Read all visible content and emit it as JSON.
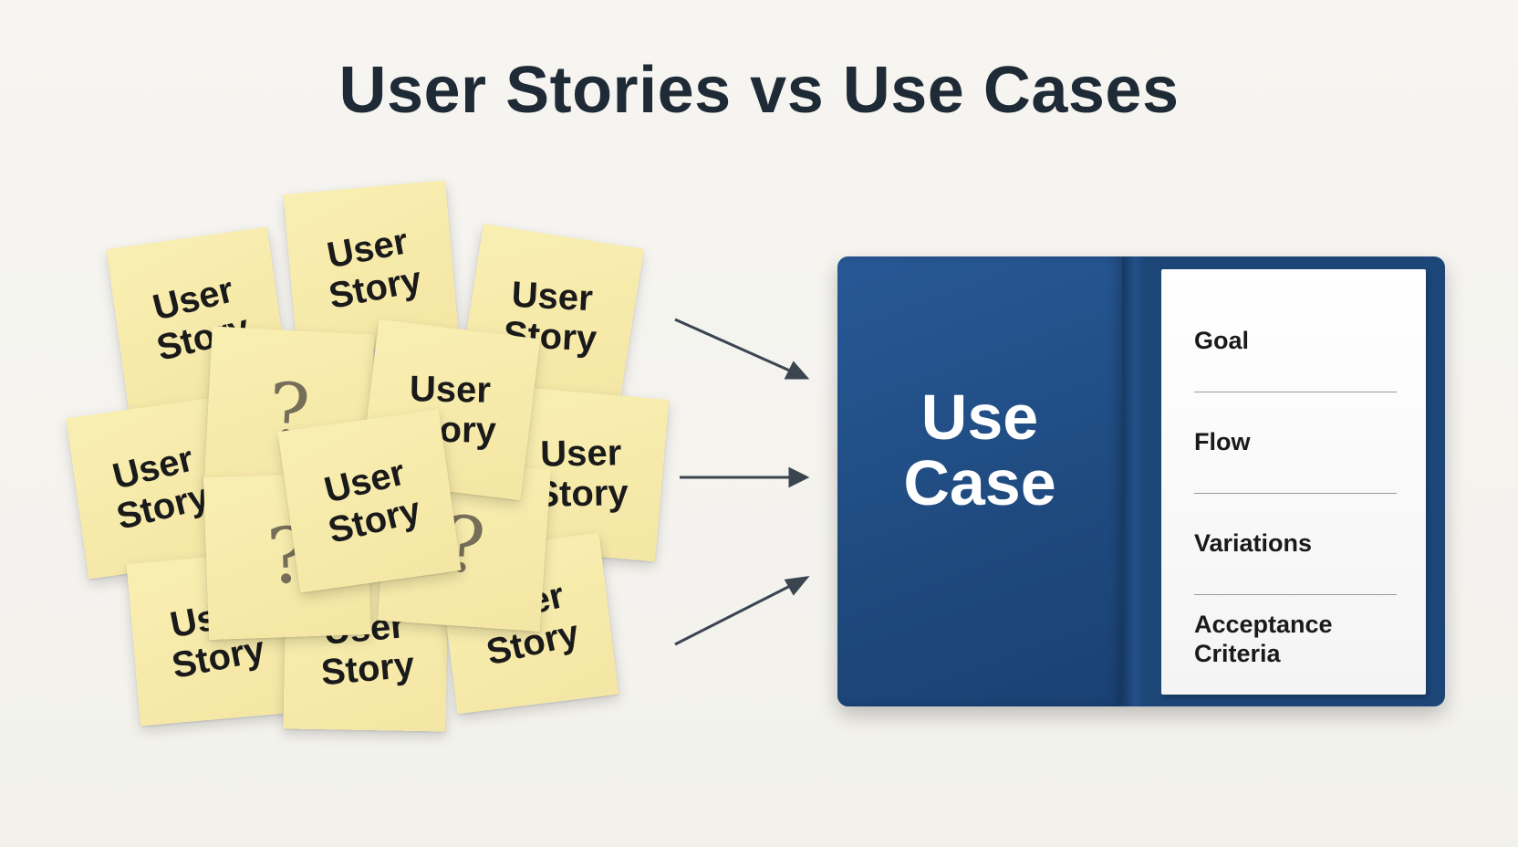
{
  "title": "User Stories vs Use Cases",
  "sticky_notes": {
    "story_label": "User\nStory",
    "question_mark": "?"
  },
  "use_case_folder": {
    "cover_title": "Use\nCase",
    "sections": [
      "Goal",
      "Flow",
      "Variations",
      "Acceptance\nCriteria"
    ]
  },
  "colors": {
    "title": "#1e2a36",
    "note_yellow": "#f6eaa8",
    "folder_blue": "#1d4678",
    "arrow": "#3b4550"
  }
}
